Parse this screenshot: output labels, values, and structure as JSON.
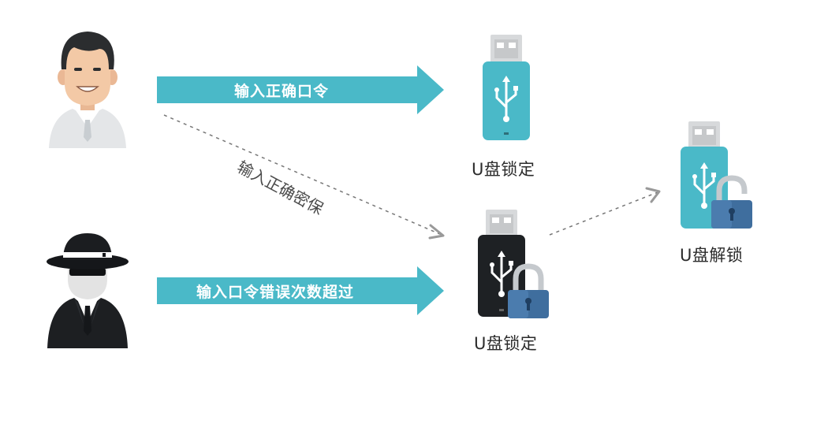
{
  "arrows": {
    "top_label": "输入正确口令",
    "bottom_label": "输入口令错误次数超过",
    "diagonal_label": "输入正确密保"
  },
  "captions": {
    "usb_top": "U盘锁定",
    "usb_bottom": "U盘锁定",
    "usb_right": "U盘解锁"
  },
  "colors": {
    "teal": "#4ab9c8",
    "usb_dark": "#1e2124",
    "lock_blue": "#3f6e9e",
    "skin": "#f3c9a6"
  },
  "icons": [
    "user-icon",
    "spy-icon",
    "usb-teal-icon",
    "usb-dark-icon",
    "padlock-closed-icon",
    "padlock-open-icon"
  ]
}
